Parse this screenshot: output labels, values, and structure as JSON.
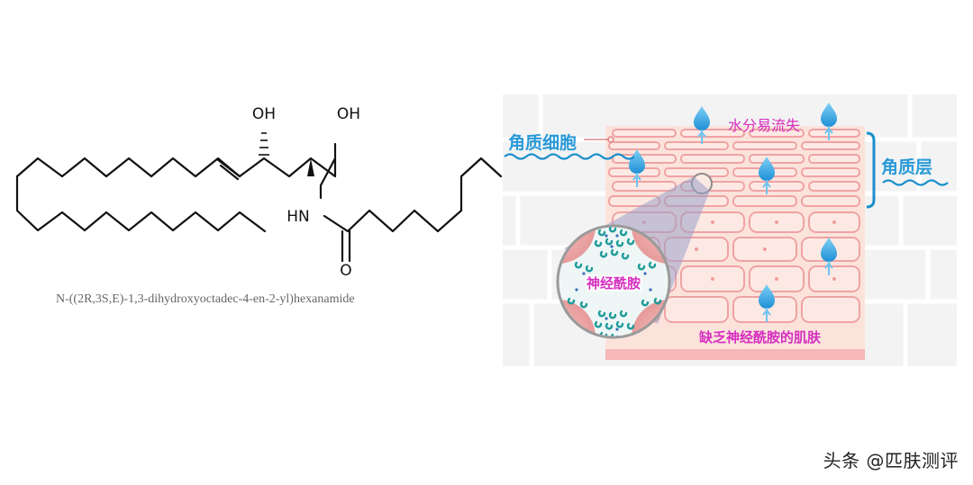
{
  "molecule": {
    "oh_1": "OH",
    "oh_2": "OH",
    "nh": "HN",
    "o": "O",
    "iupac_name": "N-((2R,3S,E)-1,3-dihydroxyoctadec-4-en-2-yl)hexanamide"
  },
  "skin_diagram": {
    "stratum_corneum_label": "角质细胞",
    "water_loss_label": "水分易流失",
    "layer_label": "角质层",
    "ceramide_label": "神经酰胺",
    "deficient_skin_label": "缺乏神经酰胺的肌肤"
  },
  "colors": {
    "accent_magenta": "#d62fbf",
    "label_blue": "#2a9ad8",
    "cell_pink": "#f2a8a8",
    "water_drop": "#2ea0e0"
  },
  "watermark": "头条 @匹肤测评"
}
